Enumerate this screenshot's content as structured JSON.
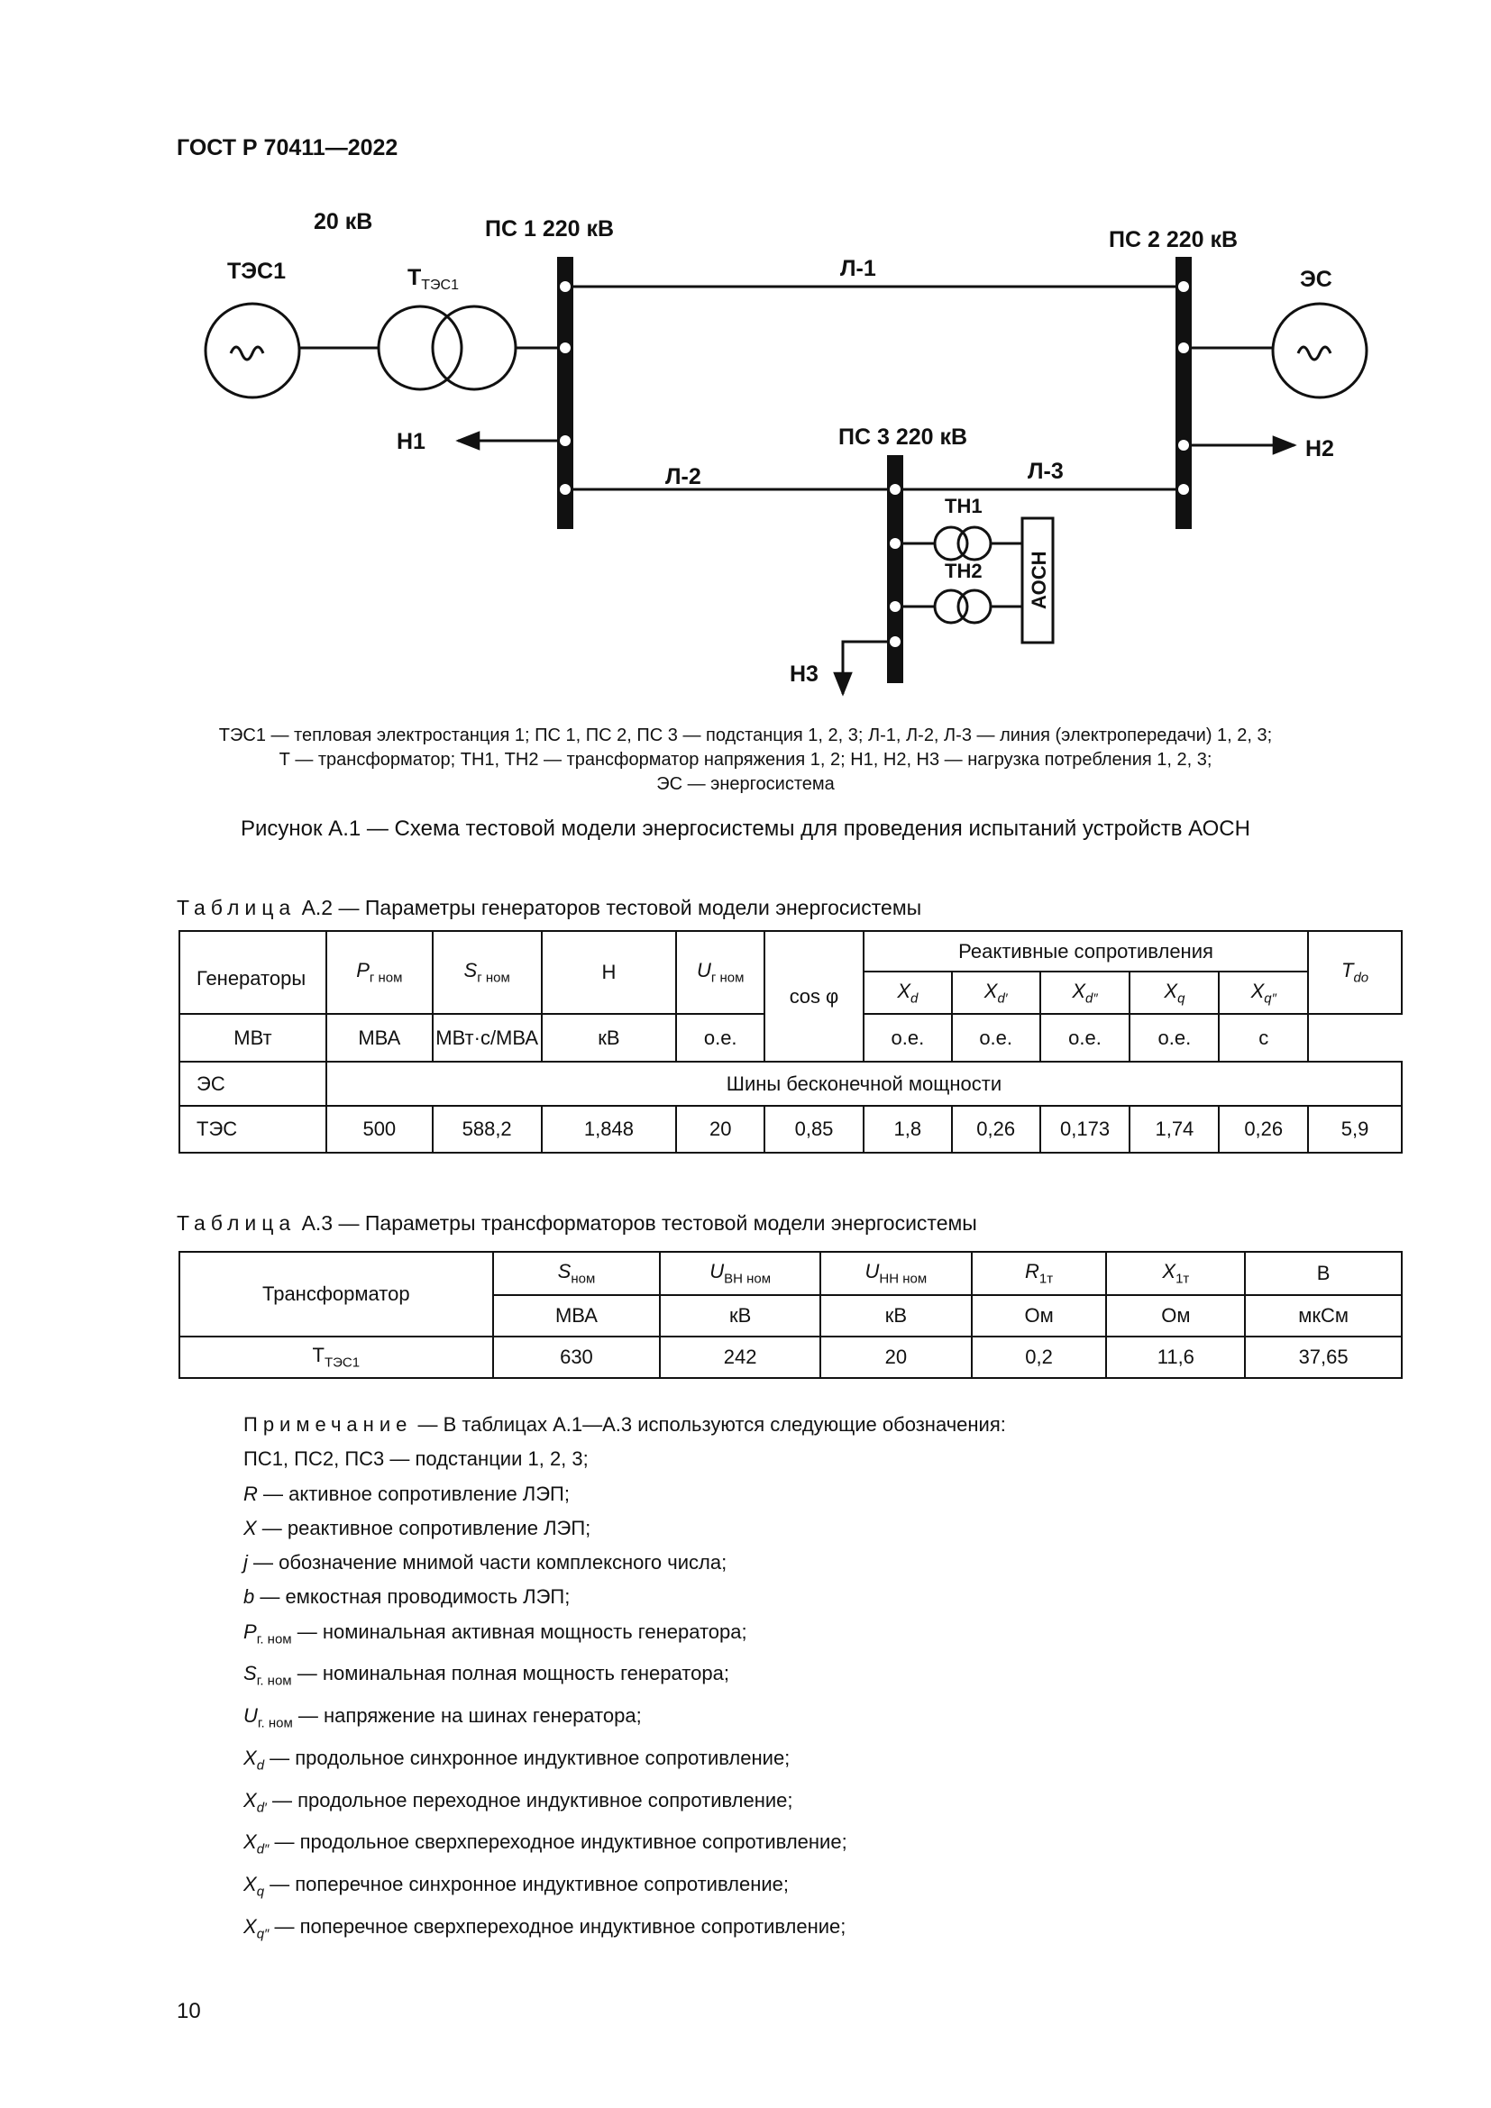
{
  "header": {
    "doc_id": "ГОСТ Р 70411—2022"
  },
  "diagram": {
    "labels": {
      "kv20": "20 кВ",
      "ps1": "ПС 1 220 кВ",
      "ps2": "ПС 2 220 кВ",
      "ps3": "ПС 3 220 кВ",
      "tes1": "ТЭС1",
      "transformer_main": "Т",
      "transformer_sub": "ТЭС1",
      "es": "ЭС",
      "l1": "Л-1",
      "l2": "Л-2",
      "l3": "Л-3",
      "n1": "Н1",
      "n2": "Н2",
      "n3": "Н3",
      "tn1": "ТН1",
      "tn2": "ТН2",
      "aosn": "АОСН"
    }
  },
  "legend": {
    "line1": "ТЭС1 — тепловая электростанция 1; ПС 1, ПС 2, ПС 3 — подстанция 1, 2, 3; Л-1, Л-2, Л-3 — линия (электропередачи) 1, 2, 3;",
    "line2": "Т — трансформатор; ТН1, ТН2 — трансформатор напряжения 1, 2; Н1, Н2, Н3 — нагрузка потребления 1, 2, 3;",
    "line3": "ЭС — энергосистема"
  },
  "figure_caption": "Рисунок А.1 — Схема тестовой модели энергосистемы для проведения испытаний устройств АОСН",
  "table_a2": {
    "caption_word": "Таблица",
    "caption_rest": "А.2 — Параметры генераторов тестовой модели энергосистемы",
    "col_generators": "Генераторы",
    "p_sym": "P",
    "p_sub": "г ном",
    "s_sym": "S",
    "s_sub": "г ном",
    "h_sym": "H",
    "u_sym": "U",
    "u_sub": "г ном",
    "cos_phi": "cos φ",
    "reactive_group": "Реактивные сопротивления",
    "xd": "d",
    "xd1": "d′",
    "xd2": "d″",
    "xq": "q",
    "xq2": "q″",
    "x_sym": "X",
    "t_sym": "T",
    "t_sub": "do",
    "units": [
      "МВт",
      "МВА",
      "МВт·с/МВА",
      "кВ",
      "о.е.",
      "о.е.",
      "о.е.",
      "о.е.",
      "о.е.",
      "с"
    ],
    "row_es_name": "ЭС",
    "row_es_text": "Шины бесконечной мощности",
    "row_tes_name": "ТЭС",
    "row_tes_values": [
      "500",
      "588,2",
      "1,848",
      "20",
      "0,85",
      "1,8",
      "0,26",
      "0,173",
      "1,74",
      "0,26",
      "5,9"
    ]
  },
  "table_a3": {
    "caption_word": "Таблица",
    "caption_rest": "А.3 — Параметры трансформаторов тестовой модели энергосистемы",
    "col_transformer": "Трансформатор",
    "s_sym": "S",
    "s_sub": "ном",
    "uvn_sym": "U",
    "uvn_sub": "ВН ном",
    "unn_sym": "U",
    "unn_sub": "НН ном",
    "r_sym": "R",
    "r_sub": "1т",
    "x_sym": "X",
    "x_sub": "1т",
    "b_sym": "B",
    "units": [
      "МВА",
      "кВ",
      "кВ",
      "Ом",
      "Ом",
      "мкСм"
    ],
    "row_name_main": "Т",
    "row_name_sub": "ТЭС1",
    "row_values": [
      "630",
      "242",
      "20",
      "0,2",
      "11,6",
      "37,65"
    ]
  },
  "notes": {
    "title": "Примечание",
    "intro": " — В таблицах А.1—А.3 используются следующие обозначения:",
    "line_ps": "ПС1, ПС2, ПС3 — подстанции 1, 2, 3;",
    "r_sym": "R",
    "r_text": " — активное сопротивление ЛЭП;",
    "x_sym": "X",
    "x_text": " — реактивное сопротивление ЛЭП;",
    "j_sym": "j",
    "j_text": " — обозначение мнимой части комплексного числа;",
    "b_sym": "b",
    "b_text": " — емкостная проводимость ЛЭП;",
    "p_sym": "P",
    "p_sub": "г. ном",
    "p_text": " — номинальная активная мощность генератора;",
    "s_sym": "S",
    "s_sub": "г. ном",
    "s_text": " — номинальная полная мощность генератора;",
    "u_sym": "U",
    "u_sub": "г. ном",
    "u_text": " — напряжение на шинах генератора;",
    "xs": "X",
    "xd_sub": "d",
    "xd_text": " — продольное синхронное индуктивное сопротивление;",
    "xd1_sub": "d′",
    "xd1_text": " — продольное переходное индуктивное сопротивление;",
    "xd2_sub": "d″",
    "xd2_text": " — продольное сверхпереходное индуктивное сопротивление;",
    "xq_sub": "q",
    "xq_text": " — поперечное синхронное индуктивное сопротивление;",
    "xq2_sub": "q″",
    "xq2_text": " — поперечное сверхпереходное индуктивное сопротивление;"
  },
  "page_number": "10"
}
